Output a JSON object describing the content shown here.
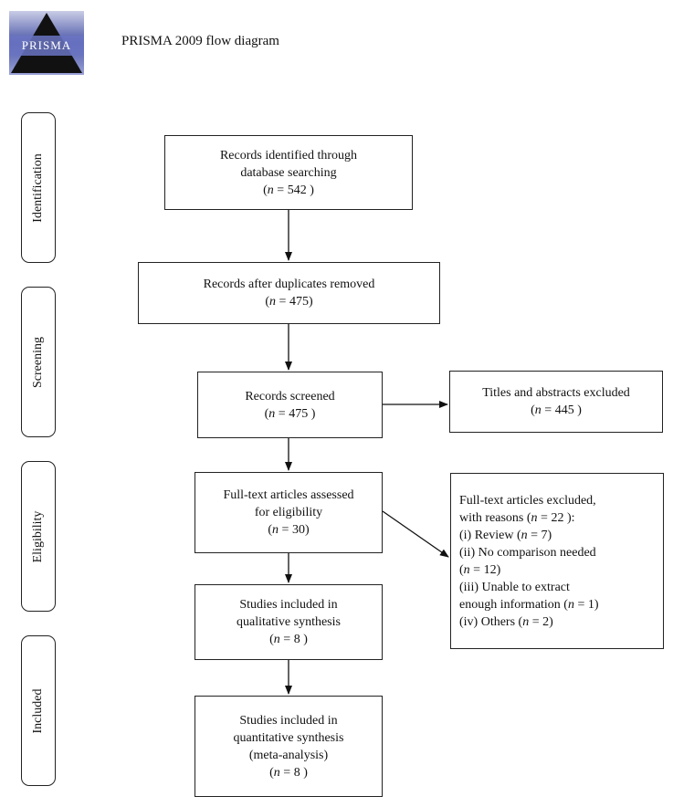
{
  "header": {
    "title": "PRISMA 2009 flow diagram",
    "logo_text": "PRISMA"
  },
  "phases": {
    "identification": "Identification",
    "screening": "Screening",
    "eligibility": "Eligibility",
    "included": "Included"
  },
  "boxes": {
    "identified": {
      "line1": "Records identified through",
      "line2": "database searching",
      "n_prefix": "(",
      "n_var": "n",
      "n_value": " = 542 )"
    },
    "duplicates": {
      "line1": "Records after duplicates removed",
      "n_prefix": "(",
      "n_var": "n",
      "n_value": " = 475)"
    },
    "screened": {
      "line1": "Records screened",
      "n_prefix": "(",
      "n_var": "n",
      "n_value": " = 475 )"
    },
    "abstracts_excluded": {
      "line1": "Titles and abstracts excluded",
      "n_prefix": "(",
      "n_var": "n",
      "n_value": " = 445 )"
    },
    "fulltext_assessed": {
      "line1": "Full-text articles assessed",
      "line2": "for eligibility",
      "n_prefix": "(",
      "n_var": "n",
      "n_value": " = 30)"
    },
    "fulltext_excluded": {
      "line1": "Full-text articles excluded,",
      "line2_prefix": "with reasons (",
      "line2_var": "n",
      "line2_suffix": " = 22 ):",
      "r1_prefix": "(i) Review (",
      "r1_var": "n",
      "r1_suffix": " = 7)",
      "r2": "(ii) No comparison needed",
      "r2b_prefix": "(",
      "r2b_var": "n",
      "r2b_suffix": " = 12)",
      "r3": "(iii) Unable to extract",
      "r3b_prefix": "enough information (",
      "r3b_var": "n",
      "r3b_suffix": " = 1)",
      "r4_prefix": "(iv) Others (",
      "r4_var": "n",
      "r4_suffix": " = 2)"
    },
    "qualitative": {
      "line1": "Studies included in",
      "line2": "qualitative synthesis",
      "n_prefix": "(",
      "n_var": "n",
      "n_value": " = 8 )"
    },
    "quantitative": {
      "line1": "Studies included in",
      "line2": "quantitative synthesis",
      "line3": "(meta-analysis)",
      "n_prefix": "(",
      "n_var": "n",
      "n_value": " =  8 )"
    }
  }
}
